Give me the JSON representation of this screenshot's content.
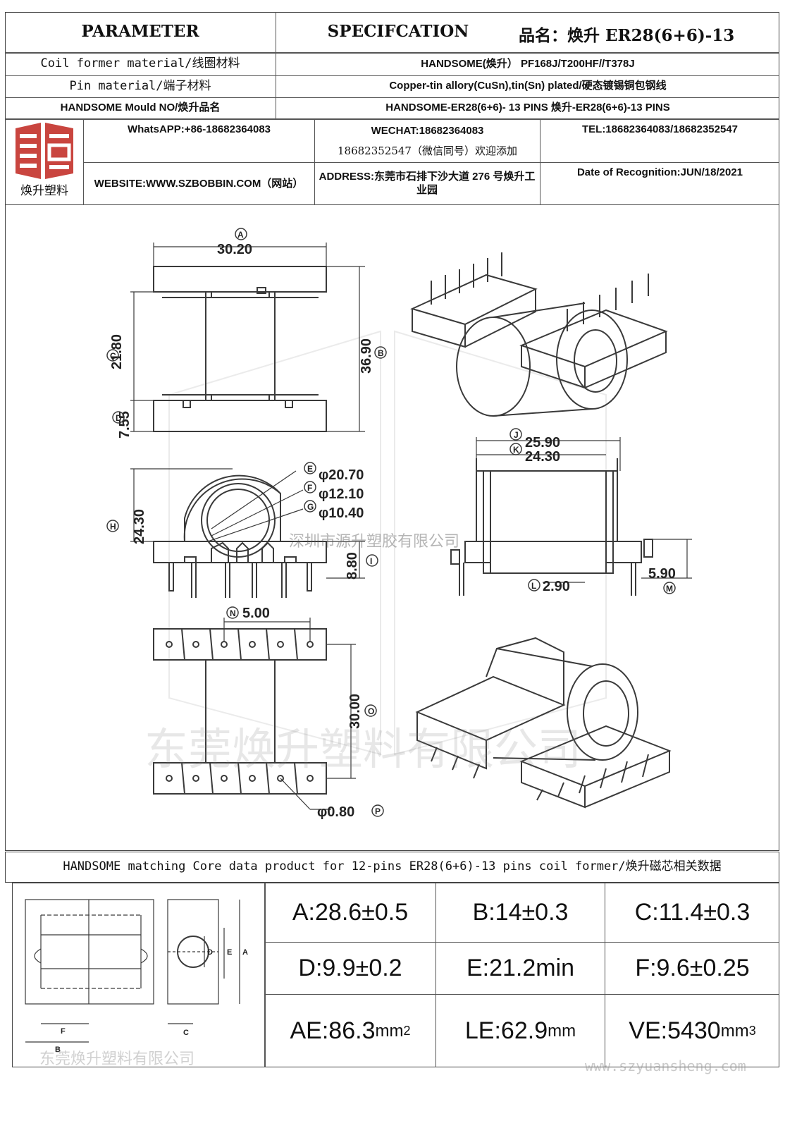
{
  "header": {
    "parameter": "PARAMETER",
    "specification": "SPECIFCATION",
    "product_name_label": "品名：",
    "product_name": "焕升 ER28(6+6)-13"
  },
  "specs": [
    {
      "label": "Coil former material/线圈材料",
      "value": "HANDSOME(焕升） PF168J/T200HF//T378J"
    },
    {
      "label": "Pin material/端子材料",
      "value": "Copper-tin allory(CuSn),tin(Sn) plated/硬态镀锡铜包钢线"
    },
    {
      "label": "HANDSOME Mould NO/焕升品名",
      "value": "HANDSOME-ER28(6+6)- 13 PINS 焕升-ER28(6+6)-13 PINS"
    }
  ],
  "company": {
    "logo_caption": "焕升塑料",
    "whatsapp": "WhatsAPP:+86-18682364083",
    "wechat_line1": "WECHAT:18682364083",
    "wechat_line2": "18682352547（微信同号）欢迎添加",
    "tel": "TEL:18682364083/18682352547",
    "website": "WEBSITE:WWW.SZBOBBIN.COM（网站）",
    "address": "ADDRESS:东莞市石排下沙大道 276 号焕升工业园",
    "date": "Date of Recognition:JUN/18/2021"
  },
  "drawing": {
    "dims": {
      "A": "30.20",
      "B": "36.90",
      "C": "21.80",
      "D": "7.55",
      "E": "φ20.70",
      "F": "φ12.10",
      "G": "φ10.40",
      "H": "24.30",
      "I": "8.80",
      "J": "25.90",
      "K": "24.30",
      "L": "2.90",
      "M": "5.90",
      "N": "5.00",
      "O": "30.00",
      "P": "φ0.80"
    },
    "letters": [
      "A",
      "B",
      "C",
      "D",
      "E",
      "F",
      "G",
      "H",
      "I",
      "J",
      "K",
      "L",
      "M",
      "N",
      "O",
      "P"
    ],
    "watermark_small": "深圳市源升塑胶有限公司",
    "watermark_large": "东莞焕升塑料有限公司"
  },
  "core": {
    "title": "HANDSOME matching Core data product for 12-pins ER28(6+6)-13 pins coil former/焕升磁芯相关数据",
    "sketch_labels": [
      "A",
      "B",
      "C",
      "D",
      "E",
      "F"
    ],
    "values": [
      {
        "key": "A",
        "text": "A:28.6±0.5"
      },
      {
        "key": "B",
        "text": "B:14±0.3"
      },
      {
        "key": "C",
        "text": "C:11.4±0.3"
      },
      {
        "key": "D",
        "text": "D:9.9±0.2"
      },
      {
        "key": "E",
        "text": "E:21.2min"
      },
      {
        "key": "F",
        "text": "F:9.6±0.25"
      },
      {
        "key": "AE",
        "text": "AE:86.3",
        "unit": "mm",
        "sup": "2"
      },
      {
        "key": "LE",
        "text": "LE:62.9",
        "unit": "mm",
        "sup": ""
      },
      {
        "key": "VE",
        "text": "VE:5430",
        "unit": "mm",
        "sup": "3"
      }
    ],
    "footer_watermark_left": "东莞焕升塑料有限公司",
    "footer_watermark_right": "www.szyuansheng.com"
  }
}
